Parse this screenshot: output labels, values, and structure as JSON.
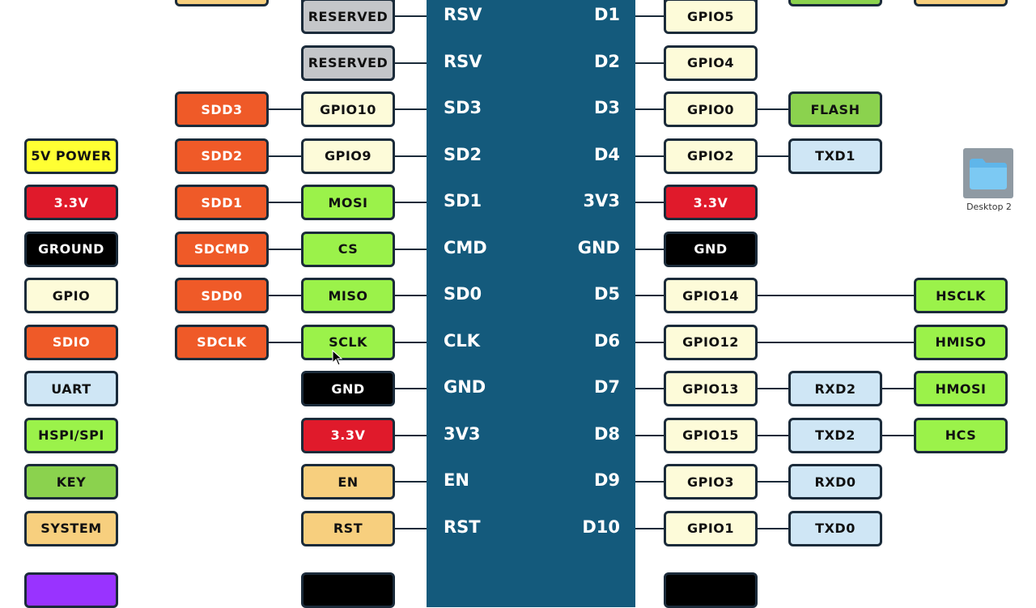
{
  "colors": {
    "board": "#145a7c",
    "outline": "#1b2b3a",
    "power": "#e01a2b",
    "ground": "#000000",
    "gpio": "#fdfbd9",
    "sdio": "#ef5a28",
    "uart": "#cfe6f5",
    "spi": "#9bf24a",
    "key": "#8bd24e",
    "system": "#f7cf7e",
    "reserved": "#c4c6c9",
    "five_v": "#ffff33",
    "partial_purple": "#9933ff"
  },
  "legend": [
    {
      "label": "5V POWER",
      "type": "five_v"
    },
    {
      "label": "3.3V",
      "type": "power"
    },
    {
      "label": "GROUND",
      "type": "ground"
    },
    {
      "label": "GPIO",
      "type": "gpio"
    },
    {
      "label": "SDIO",
      "type": "sdio"
    },
    {
      "label": "UART",
      "type": "uart"
    },
    {
      "label": "HSPI/SPI",
      "type": "spi"
    },
    {
      "label": "KEY",
      "type": "key"
    },
    {
      "label": "SYSTEM",
      "type": "system"
    }
  ],
  "left_pins": [
    {
      "pin": "RSV",
      "tags": [
        {
          "label": "RESERVED",
          "type": "reserved"
        }
      ]
    },
    {
      "pin": "RSV",
      "tags": [
        {
          "label": "RESERVED",
          "type": "reserved"
        }
      ]
    },
    {
      "pin": "SD3",
      "tags": [
        {
          "label": "GPIO10",
          "type": "gpio"
        },
        {
          "label": "SDD3",
          "type": "sdio"
        }
      ]
    },
    {
      "pin": "SD2",
      "tags": [
        {
          "label": "GPIO9",
          "type": "gpio"
        },
        {
          "label": "SDD2",
          "type": "sdio"
        }
      ]
    },
    {
      "pin": "SD1",
      "tags": [
        {
          "label": "MOSI",
          "type": "spi"
        },
        {
          "label": "SDD1",
          "type": "sdio"
        }
      ]
    },
    {
      "pin": "CMD",
      "tags": [
        {
          "label": "CS",
          "type": "spi"
        },
        {
          "label": "SDCMD",
          "type": "sdio"
        }
      ]
    },
    {
      "pin": "SD0",
      "tags": [
        {
          "label": "MISO",
          "type": "spi"
        },
        {
          "label": "SDD0",
          "type": "sdio"
        }
      ]
    },
    {
      "pin": "CLK",
      "tags": [
        {
          "label": "SCLK",
          "type": "spi"
        },
        {
          "label": "SDCLK",
          "type": "sdio"
        }
      ]
    },
    {
      "pin": "GND",
      "tags": [
        {
          "label": "GND",
          "type": "ground"
        }
      ]
    },
    {
      "pin": "3V3",
      "tags": [
        {
          "label": "3.3V",
          "type": "power"
        }
      ]
    },
    {
      "pin": "EN",
      "tags": [
        {
          "label": "EN",
          "type": "system"
        }
      ]
    },
    {
      "pin": "RST",
      "tags": [
        {
          "label": "RST",
          "type": "system"
        }
      ]
    }
  ],
  "right_pins": [
    {
      "pin": "D1",
      "tags": [
        {
          "label": "GPIO5",
          "type": "gpio"
        }
      ]
    },
    {
      "pin": "D2",
      "tags": [
        {
          "label": "GPIO4",
          "type": "gpio"
        }
      ]
    },
    {
      "pin": "D3",
      "tags": [
        {
          "label": "GPIO0",
          "type": "gpio"
        },
        {
          "label": "FLASH",
          "type": "key"
        }
      ]
    },
    {
      "pin": "D4",
      "tags": [
        {
          "label": "GPIO2",
          "type": "gpio"
        },
        {
          "label": "TXD1",
          "type": "uart"
        }
      ]
    },
    {
      "pin": "3V3",
      "tags": [
        {
          "label": "3.3V",
          "type": "power"
        }
      ]
    },
    {
      "pin": "GND",
      "tags": [
        {
          "label": "GND",
          "type": "ground"
        }
      ]
    },
    {
      "pin": "D5",
      "tags": [
        {
          "label": "GPIO14",
          "type": "gpio"
        },
        {
          "label": "",
          "type": "skip"
        },
        {
          "label": "HSCLK",
          "type": "spi"
        }
      ]
    },
    {
      "pin": "D6",
      "tags": [
        {
          "label": "GPIO12",
          "type": "gpio"
        },
        {
          "label": "",
          "type": "skip"
        },
        {
          "label": "HMISO",
          "type": "spi"
        }
      ]
    },
    {
      "pin": "D7",
      "tags": [
        {
          "label": "GPIO13",
          "type": "gpio"
        },
        {
          "label": "RXD2",
          "type": "uart"
        },
        {
          "label": "HMOSI",
          "type": "spi"
        }
      ]
    },
    {
      "pin": "D8",
      "tags": [
        {
          "label": "GPIO15",
          "type": "gpio"
        },
        {
          "label": "TXD2",
          "type": "uart"
        },
        {
          "label": "HCS",
          "type": "spi"
        }
      ]
    },
    {
      "pin": "D9",
      "tags": [
        {
          "label": "GPIO3",
          "type": "gpio"
        },
        {
          "label": "RXD0",
          "type": "uart"
        }
      ]
    },
    {
      "pin": "D10",
      "tags": [
        {
          "label": "GPIO1",
          "type": "gpio"
        },
        {
          "label": "TXD0",
          "type": "uart"
        }
      ]
    }
  ],
  "desktop_icon": {
    "label": "Desktop 2",
    "icon": "folder-icon"
  }
}
